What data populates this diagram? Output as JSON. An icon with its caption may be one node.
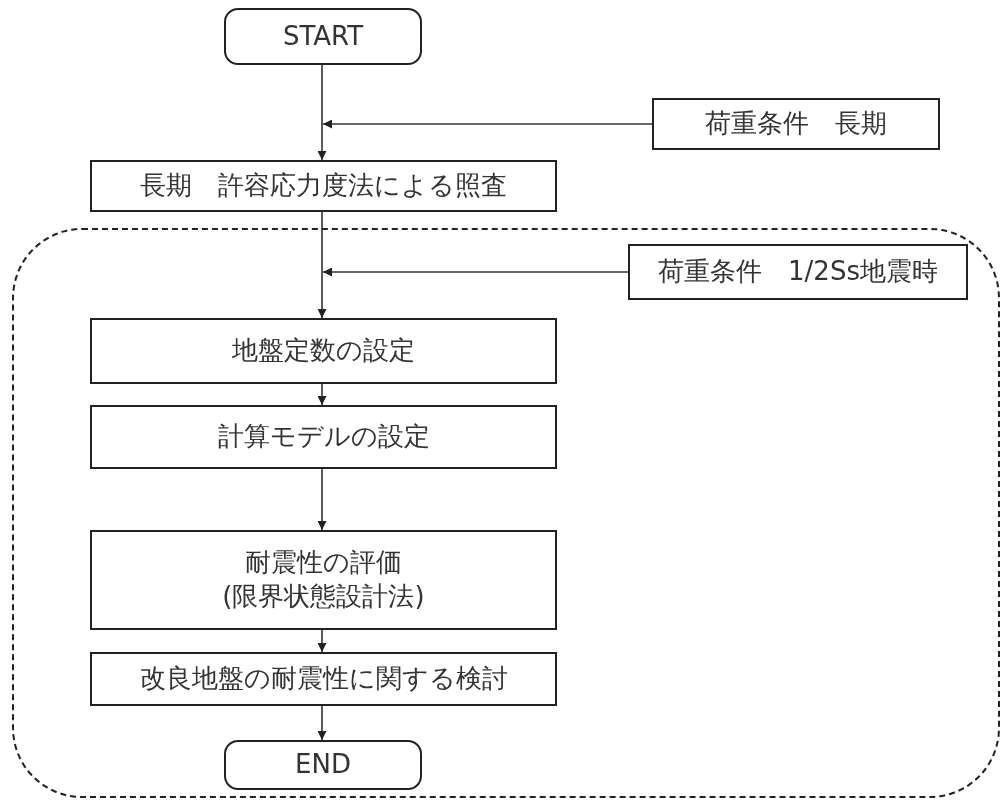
{
  "diagram": {
    "nodes": [
      {
        "text": [
          "START"
        ]
      },
      {
        "text": [
          "荷重条件　長期"
        ]
      },
      {
        "text": [
          "長期　許容応力度法による照査"
        ]
      },
      {
        "text": [],
        "shape": "box"
      },
      {
        "text": [
          "荷重条件　1/2Ss地震時"
        ],
        "in": 3
      },
      {
        "text": [
          "地盤定数の設定"
        ],
        "in": 3
      },
      {
        "text": [
          "計算モデルの設定"
        ],
        "in": 3
      },
      {
        "text": [
          "耐震性の評価 (限界状態設計法)"
        ],
        "in": 3
      },
      {
        "text": [
          "改良地盤の耐震性に関する検討"
        ],
        "in": 3
      },
      {
        "text": [
          "END"
        ],
        "in": 3
      }
    ],
    "edges": [
      {
        "from": 0,
        "to": 2,
        "arrow": "to"
      },
      {
        "from": 1,
        "to": 2,
        "arrow": "to"
      },
      {
        "from": 2,
        "to": 5,
        "arrow": "to"
      },
      {
        "from": 4,
        "to": 5,
        "arrow": "to"
      },
      {
        "from": 5,
        "to": 6,
        "arrow": "to"
      },
      {
        "from": 6,
        "to": 7,
        "arrow": "to"
      },
      {
        "from": 7,
        "to": 8,
        "arrow": "to"
      },
      {
        "from": 8,
        "to": 9,
        "arrow": "to"
      }
    ]
  }
}
